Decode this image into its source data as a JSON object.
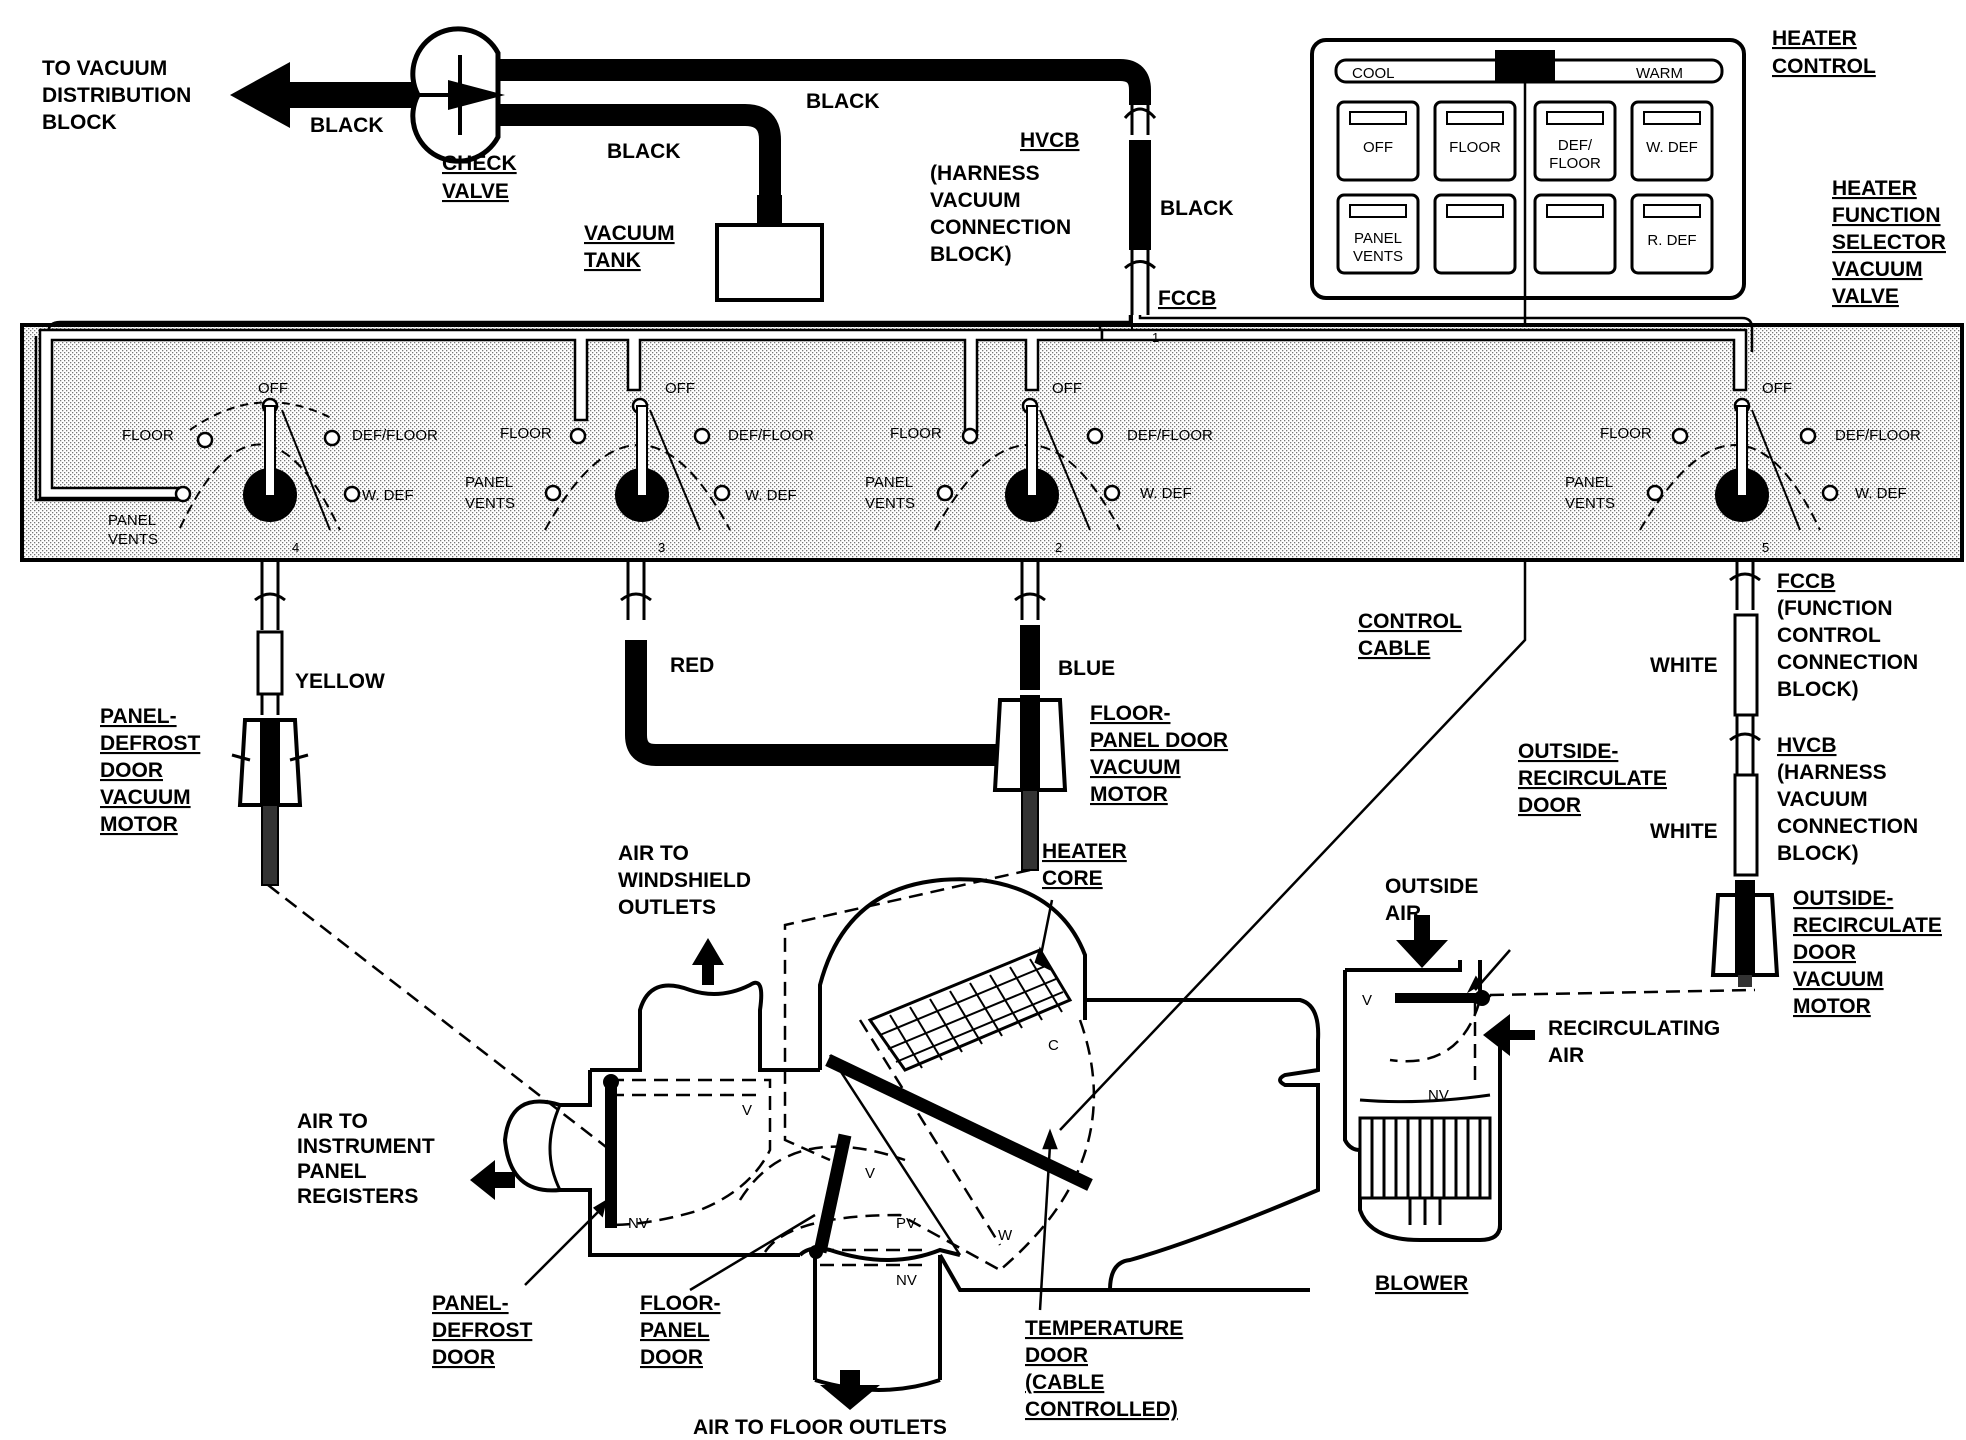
{
  "labels": {
    "to_vacuum": [
      "TO VACUUM",
      "DISTRIBUTION",
      "BLOCK"
    ],
    "black_1": "BLACK",
    "black_2": "BLACK",
    "black_3": "BLACK",
    "black_4": "BLACK",
    "check_valve": [
      "CHECK",
      "VALVE"
    ],
    "vacuum_tank": [
      "VACUUM",
      "TANK"
    ],
    "hvcb_top": "HVCB",
    "hvcb_top_desc": [
      "(HARNESS",
      "VACUUM",
      "CONNECTION",
      "BLOCK)"
    ],
    "fccb_top": "FCCB",
    "heater_control": [
      "HEATER",
      "CONTROL"
    ],
    "selector_valve": [
      "HEATER",
      "FUNCTION",
      "SELECTOR",
      "VACUUM",
      "VALVE"
    ],
    "control_cable": [
      "CONTROL",
      "CABLE"
    ],
    "yellow": "YELLOW",
    "red": "RED",
    "blue": "BLUE",
    "white_1": "WHITE",
    "white_2": "WHITE",
    "fccb_right": "FCCB",
    "fccb_right_desc": [
      "(FUNCTION",
      "CONTROL",
      "CONNECTION",
      "BLOCK)"
    ],
    "hvcb_right": "HVCB",
    "hvcb_right_desc": [
      "(HARNESS",
      "VACUUM",
      "CONNECTION",
      "BLOCK)"
    ],
    "panel_defrost_motor": [
      "PANEL-",
      "DEFROST",
      "DOOR",
      "VACUUM",
      "MOTOR"
    ],
    "floor_panel_motor": [
      "FLOOR-",
      "PANEL DOOR",
      "VACUUM",
      "MOTOR"
    ],
    "outside_recirc_door": [
      "OUTSIDE-",
      "RECIRCULATE",
      "DOOR"
    ],
    "outside_recirc_motor": [
      "OUTSIDE-",
      "RECIRCULATE",
      "DOOR",
      "VACUUM",
      "MOTOR"
    ],
    "heater_core": [
      "HEATER",
      "CORE"
    ],
    "air_windshield": [
      "AIR TO",
      "WINDSHIELD",
      "OUTLETS"
    ],
    "outside_air": [
      "OUTSIDE",
      "AIR"
    ],
    "recirc_air": [
      "RECIRCULATING",
      "AIR"
    ],
    "air_instrument": [
      "AIR TO",
      "INSTRUMENT",
      "PANEL",
      "REGISTERS"
    ],
    "panel_defrost_door": [
      "PANEL-",
      "DEFROST",
      "DOOR"
    ],
    "floor_panel_door": [
      "FLOOR-",
      "PANEL",
      "DOOR"
    ],
    "temperature_door": [
      "TEMPERATURE",
      "DOOR",
      "(CABLE",
      "CONTROLLED)"
    ],
    "blower": "BLOWER",
    "air_floor": "AIR TO FLOOR OUTLETS",
    "door_marks": {
      "v1": "V",
      "nv1": "NV",
      "v2": "V",
      "pv": "PV",
      "nv2": "NV",
      "w": "W",
      "c": "C",
      "v3": "V",
      "nv3": "NV"
    }
  },
  "heater_control": {
    "cool": "COOL",
    "warm": "WARM",
    "buttons_row1": [
      "OFF",
      "FLOOR",
      [
        "DEF/",
        "FLOOR"
      ],
      "W. DEF"
    ],
    "buttons_row2": [
      [
        "PANEL",
        "VENTS"
      ],
      "",
      "",
      "R. DEF"
    ]
  },
  "valve": {
    "off": "OFF",
    "floor": "FLOOR",
    "def_floor": "DEF/FLOOR",
    "panel_vents": [
      "PANEL",
      "VENTS"
    ],
    "w_def": "W. DEF",
    "ports": [
      "1",
      "2",
      "3",
      "4",
      "5"
    ]
  }
}
